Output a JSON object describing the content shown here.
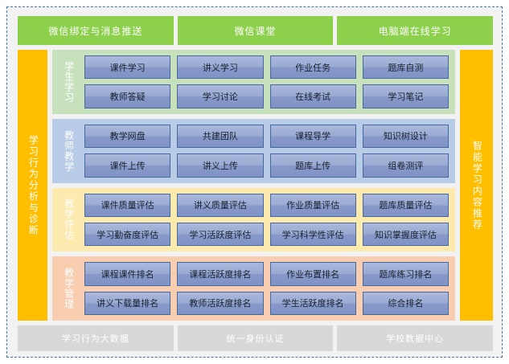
{
  "top_bar": {
    "items": [
      {
        "label": "微信绑定与消息推送"
      },
      {
        "label": "微信课堂"
      },
      {
        "label": "电脑端在线学习"
      }
    ]
  },
  "side_left": {
    "label": "学习行为分析与诊断"
  },
  "side_right": {
    "label": "智能学习内容推荐"
  },
  "sections": [
    {
      "label": "学生学习",
      "cells": [
        "课件学习",
        "讲义学习",
        "作业任务",
        "题库自测",
        "教师答疑",
        "学习讨论",
        "在线考试",
        "学习笔记"
      ]
    },
    {
      "label": "教师教学",
      "cells": [
        "教学网盘",
        "共建团队",
        "课程导学",
        "知识树设计",
        "课件上传",
        "讲义上传",
        "题库上传",
        "组卷测评"
      ]
    },
    {
      "label": "教学评估",
      "cells": [
        "课件质量评估",
        "讲义质量评估",
        "作业质量评估",
        "题库质量评估",
        "学习勤奋度评估",
        "学习活跃度评估",
        "学习科学性评估",
        "知识掌握度评估"
      ]
    },
    {
      "label": "教学管理",
      "cells": [
        "课程课件排名",
        "课程活跃度排名",
        "作业布置排名",
        "题库练习排名",
        "讲义下载量排名",
        "教师活跃度排名",
        "学生活跃度排名",
        "综合排名"
      ]
    }
  ],
  "bottom_bar": {
    "items": [
      {
        "label": "学习行为大数据"
      },
      {
        "label": "统一身份认证"
      },
      {
        "label": "学校数据中心"
      }
    ]
  },
  "colors": {
    "top_bar_green": "#8dd04c",
    "side_orange": "#ffbf00",
    "students_bg": "#c8e1bd",
    "teachers_bg": "#b8cbe7",
    "eval_bg": "#fdeaaf",
    "manage_bg": "#f8cdb0",
    "cell_blue": "#9aaad2",
    "cell_border": "#45699f",
    "bottom_gray": "#d8d8d8",
    "frame_border": "#4a72a8",
    "page_bg": "#f2f2f2"
  }
}
